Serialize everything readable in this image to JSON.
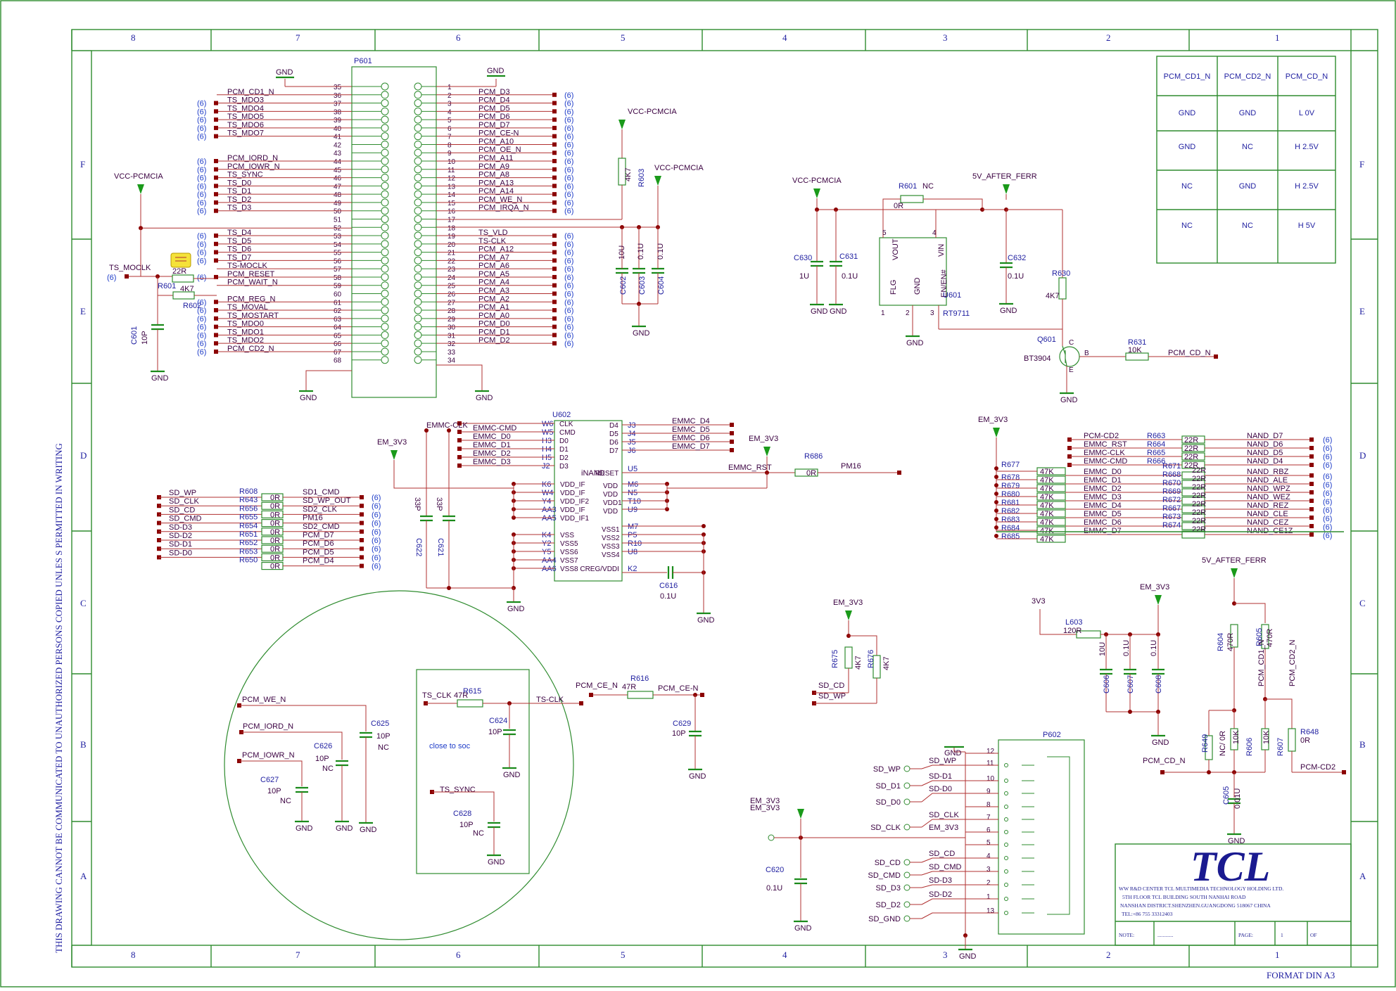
{
  "frame": {
    "columns_top": [
      "8",
      "7",
      "6",
      "5",
      "4",
      "3",
      "2",
      "1"
    ],
    "rows": [
      "F",
      "E",
      "D",
      "C",
      "B",
      "A"
    ],
    "side_notice": "THIS DRAWING CANNOT BE COMMUNICATED TO UNAUTHORIZED PERSONS COPIED UNLES S PERMITTED IN WRITING",
    "format": "FORMAT DIN A3"
  },
  "title_block": {
    "logo": "TCL",
    "line1": "WW R&D CENTER TCL MULTIMEDIA TECHNOLOGY HOLDING LTD.",
    "line2": "5TH FLOOR TCL BUILDING SOUTH NANHAI ROAD",
    "line3": "NANSHAN DISTRICT.SHENZHEN.GUANGDONG 518067 CHINA",
    "line4": "TEL:+86 755 33312403",
    "note_label": "NOTE:",
    "note_value": "............",
    "page_label": "PAGE:",
    "page_value": "1",
    "of_label": "OF"
  },
  "truth_table": {
    "headers": [
      "PCM_CD1_N",
      "PCM_CD2_N",
      "PCM_CD_N"
    ],
    "rows": [
      [
        "GND",
        "GND",
        "L 0V"
      ],
      [
        "GND",
        "NC",
        "H 2.5V"
      ],
      [
        "NC",
        "GND",
        "H 2.5V"
      ],
      [
        "NC",
        "NC",
        "H 5V"
      ]
    ]
  },
  "p601": {
    "ref": "P601",
    "left_pins": [
      "35",
      "36",
      "37",
      "38",
      "39",
      "40",
      "41",
      "42",
      "43",
      "44",
      "45",
      "46",
      "47",
      "48",
      "49",
      "50",
      "51",
      "52",
      "53",
      "54",
      "55",
      "56",
      "57",
      "58",
      "59",
      "60",
      "61",
      "62",
      "63",
      "64",
      "65",
      "66",
      "67",
      "68"
    ],
    "right_pins": [
      "1",
      "2",
      "3",
      "4",
      "5",
      "6",
      "7",
      "8",
      "9",
      "10",
      "11",
      "12",
      "13",
      "14",
      "15",
      "16",
      "17",
      "18",
      "19",
      "20",
      "21",
      "22",
      "23",
      "24",
      "25",
      "26",
      "27",
      "28",
      "29",
      "30",
      "31",
      "32",
      "33",
      "34"
    ],
    "left_nets": [
      "",
      "PCM_CD1_N",
      "TS_MDO3",
      "TS_MDO4",
      "TS_MDO5",
      "TS_MDO6",
      "TS_MDO7",
      "",
      "",
      "PCM_IORD_N",
      "PCM_IOWR_N",
      "TS_SYNC",
      "TS_D0",
      "TS_D1",
      "TS_D2",
      "TS_D3",
      "",
      "",
      "TS_D4",
      "TS_D5",
      "TS_D6",
      "TS_D7",
      "TS-MOCLK",
      "PCM_RESET",
      "PCM_WAIT_N",
      "",
      "PCM_REG_N",
      "TS_MOVAL",
      "TS_MOSTART",
      "TS_MDO0",
      "TS_MDO1",
      "TS_MDO2",
      "PCM_CD2_N",
      ""
    ],
    "right_nets": [
      "",
      "PCM_D3",
      "PCM_D4",
      "PCM_D5",
      "PCM_D6",
      "PCM_D7",
      "PCM_CE-N",
      "PCM_A10",
      "PCM_OE_N",
      "PCM_A11",
      "PCM_A9",
      "PCM_A8",
      "PCM_A13",
      "PCM_A14",
      "PCM_WE_N",
      "PCM_IRQA_N",
      "",
      "",
      "TS_VLD",
      "TS-CLK",
      "PCM_A12",
      "PCM_A7",
      "PCM_A6",
      "PCM_A5",
      "PCM_A4",
      "PCM_A3",
      "PCM_A2",
      "PCM_A1",
      "PCM_A0",
      "PCM_D0",
      "PCM_D1",
      "PCM_D2",
      "",
      ""
    ],
    "left_tags": [
      false,
      false,
      true,
      true,
      true,
      true,
      true,
      false,
      false,
      true,
      true,
      true,
      true,
      true,
      true,
      true,
      false,
      false,
      true,
      true,
      true,
      true,
      false,
      true,
      false,
      false,
      true,
      true,
      true,
      true,
      true,
      true,
      true,
      false
    ],
    "right_tags": [
      false,
      true,
      true,
      true,
      true,
      true,
      true,
      true,
      true,
      true,
      true,
      true,
      true,
      true,
      true,
      true,
      false,
      false,
      true,
      true,
      true,
      true,
      true,
      true,
      true,
      true,
      true,
      true,
      true,
      true,
      true,
      true,
      false,
      false
    ],
    "sheet_ref": "(6)"
  },
  "labels": {
    "gnd": "GND",
    "vcc_pcmcia": "VCC-PCMCIA",
    "v5_after_ferr": "5V_AFTER_FERR",
    "em_3v3": "EM_3V3",
    "em_3v3_dup": "EM_3V3",
    "v3v3": "3V3",
    "ts_moclk": "TS_MOCLK",
    "sheet6": "(6)",
    "close_to_soc": "close to soc"
  },
  "parts": {
    "r601": {
      "ref": "R601",
      "val": "22R"
    },
    "r602": {
      "ref": "R602",
      "val": "4K7"
    },
    "c601": {
      "ref": "C601",
      "val": "10P"
    },
    "r603": {
      "ref": "R603",
      "val": "4K7"
    },
    "c602": {
      "ref": "C602",
      "val": "10U"
    },
    "c603": {
      "ref": "C603",
      "val": "0.1U"
    },
    "c604": {
      "ref": "C604",
      "val": "0.1U"
    },
    "r601b": {
      "ref": "R601",
      "val": "NC",
      "val2": "0R"
    },
    "c630": {
      "ref": "C630",
      "val": "1U"
    },
    "c631": {
      "ref": "C631",
      "val": "0.1U"
    },
    "c632": {
      "ref": "C632",
      "val": "0.1U"
    },
    "u601": {
      "ref": "U601",
      "part": "RT9711",
      "pins": [
        "VOUT",
        "VIN",
        "FLG",
        "GND",
        "EN/EN#"
      ],
      "pin_nums": [
        "5",
        "4",
        "1",
        "2",
        "3"
      ]
    },
    "r630": {
      "ref": "R630",
      "val": "4K7"
    },
    "q601": {
      "ref": "Q601",
      "part": "BT3904",
      "c": "C",
      "b": "B",
      "e": "E"
    },
    "r631": {
      "ref": "R631",
      "val": "10K",
      "net": "PCM_CD_N"
    },
    "u602": {
      "ref": "U602",
      "part": "iNAND",
      "left_pins": [
        "W6",
        "W5",
        "H3",
        "H4",
        "H5",
        "J2"
      ],
      "left_names": [
        "CLK",
        "CMD",
        "D0",
        "D1",
        "D2",
        "D3"
      ],
      "left_nets": [
        "EMMC-CLK",
        "EMMC-CMD",
        "EMMC_D0",
        "EMMC_D1",
        "EMMC_D2",
        "EMMC_D3"
      ],
      "right_pins": [
        "J3",
        "J4",
        "J5",
        "J6"
      ],
      "right_names": [
        "D4",
        "D5",
        "D6",
        "D7"
      ],
      "right_nets": [
        "EMMC_D4",
        "EMMC_D5",
        "EMMC_D6",
        "EMMC_D7"
      ],
      "reset_pin": "U5",
      "reset_name": "RESET",
      "reset_net": "EMMC_RST",
      "vddif_pins": [
        "K6",
        "W4",
        "Y4",
        "AA3",
        "AA5"
      ],
      "vddif_names": [
        "VDD_IF",
        "VDD_IF",
        "VDD_IF2",
        "VDD_IF",
        "VDD_IF1"
      ],
      "vdd_pins": [
        "M6",
        "N5",
        "T10",
        "U9"
      ],
      "vdd_names": [
        "VDD",
        "VDD",
        "VDD1",
        "VDD"
      ],
      "vss_left_pins": [
        "K4",
        "Y2",
        "Y5",
        "AA4",
        "AA6"
      ],
      "vss_left_names": [
        "VSS",
        "VSS5",
        "VSS6",
        "VSS7",
        "VSS8 CREG/VDDI"
      ],
      "vss_right_pins": [
        "M7",
        "P5",
        "R10",
        "U8",
        "K2"
      ],
      "vss_right_names": [
        "VSS1",
        "VSS2",
        "VSS3",
        "VSS4",
        ""
      ]
    },
    "r686": {
      "ref": "R686",
      "val": "0R",
      "net": "PM16"
    },
    "c621": {
      "ref": "C621",
      "val": "33P"
    },
    "c622": {
      "ref": "C622",
      "val": "33P"
    },
    "c616": {
      "ref": "C616",
      "val": "0.1U"
    },
    "sd_res": {
      "left": [
        "SD_WP",
        "SD_CLK",
        "SD_CD",
        "SD_CMD",
        "SD-D3",
        "SD-D2",
        "SD-D1",
        "SD-D0"
      ],
      "refs": [
        "R608",
        "R643",
        "R656",
        "R655",
        "R654",
        "R651",
        "R652",
        "R653",
        "R650"
      ],
      "vals": [
        "0R",
        "0R",
        "0R",
        "0R",
        "0R",
        "0R",
        "0R",
        "0R",
        "0R"
      ],
      "right": [
        "SD1_CMD",
        "SD_WP_OUT",
        "SD2_CLK",
        "PM16",
        "SD2_CMD",
        "PCM_D7",
        "PCM_D6",
        "PCM_D5",
        "PCM_D4"
      ]
    },
    "nand_res": {
      "top_nets": [
        "PCM-CD2",
        "EMMC_RST",
        "EMMC-CLK",
        "EMMC-CMD"
      ],
      "top_refs": [
        "R663",
        "R664",
        "R665",
        "R666"
      ],
      "left_refs": [
        "R677",
        "R678",
        "R679",
        "R680",
        "R681",
        "R682",
        "R683",
        "R684",
        "R685"
      ],
      "pullup": "47K",
      "mid_nets": [
        "EMMC_D0",
        "EMMC_D1",
        "EMMC_D2",
        "EMMC_D3",
        "EMMC_D4",
        "EMMC_D5",
        "EMMC_D6",
        "EMMC_D7"
      ],
      "mid_refs": [
        "R671",
        "R668",
        "R670",
        "R669",
        "R672",
        "R667",
        "R673",
        "R674"
      ],
      "series": "22R",
      "right_nets": [
        "NAND_D7",
        "NAND_D6",
        "NAND_D5",
        "NAND_D4",
        "NAND_RBZ",
        "NAND_ALE",
        "NAND_WPZ",
        "NAND_WEZ",
        "NAND_REZ",
        "NAND_CLE",
        "NAND_CEZ",
        "NAND_CE1Z"
      ]
    },
    "r675": {
      "ref": "R675",
      "val": "4K7"
    },
    "r676": {
      "ref": "R676",
      "val": "4K7"
    },
    "l603": {
      "ref": "L603",
      "val": "120R"
    },
    "c606": {
      "ref": "C606",
      "val": "10U"
    },
    "c607": {
      "ref": "C607",
      "val": "0.1U"
    },
    "c608": {
      "ref": "C608",
      "val": "0.1U"
    },
    "r604": {
      "ref": "R604",
      "val": "470R"
    },
    "r605": {
      "ref": "R605",
      "val": "470R"
    },
    "r649": {
      "ref": "R649",
      "val": "NC/ 0R"
    },
    "r606": {
      "ref": "R606",
      "val": "10K"
    },
    "r607": {
      "ref": "R607",
      "val": "10K"
    },
    "r648": {
      "ref": "R648",
      "val": "0R"
    },
    "c605": {
      "ref": "C605",
      "val": "0.01U"
    },
    "pcm_cd2_net": "PCM-CD2",
    "pcm_cd1_n": "PCM_CD1_N",
    "pcm_cd2_n": "PCM_CD2_N",
    "c620": {
      "ref": "C620",
      "val": "0.1U"
    },
    "p602": {
      "ref": "P602",
      "pins": [
        "12",
        "11",
        "10",
        "9",
        "8",
        "7",
        "6",
        "5",
        "4",
        "3",
        "2",
        "1",
        "13"
      ],
      "outer": [
        "",
        "SD_WP",
        "SD_D1",
        "SD_D0",
        "",
        "SD_CLK",
        "",
        "",
        "",
        "SD_CD",
        "SD_CMD",
        "SD_D3",
        "SD_D2",
        "SD_GND"
      ],
      "inner": [
        "SD_WP",
        "SD-D1",
        "SD-D0",
        "SD_CLK",
        "EM_3V3",
        "SD_CD",
        "SD_CMD",
        "SD-D3",
        "SD-D2"
      ]
    },
    "circle_area": {
      "pcm_we_n": "PCM_WE_N",
      "pcm_iord_n": "PCM_IORD_N",
      "pcm_iowr_n": "PCM_IOWR_N",
      "c625": {
        "ref": "C625",
        "val": "10P",
        "nc": "NC"
      },
      "c626": {
        "ref": "C626",
        "val": "10P",
        "nc": "NC"
      },
      "c627": {
        "ref": "C627",
        "val": "10P",
        "nc": "NC"
      },
      "ts_clk": "TS_CLK",
      "ts_clk2": "TS-CLK",
      "r615": {
        "ref": "R615",
        "val": "47R"
      },
      "c624": {
        "ref": "C624",
        "val": "10P"
      },
      "ts_sync": "TS_SYNC",
      "c628": {
        "ref": "C628",
        "val": "10P",
        "nc": "NC"
      }
    },
    "pcm_ce": {
      "left": "PCM_CE_N",
      "right": "PCM_CE-N",
      "r616": {
        "ref": "R616",
        "val": "47R"
      },
      "c629": {
        "ref": "C629",
        "val": "10P"
      }
    }
  }
}
